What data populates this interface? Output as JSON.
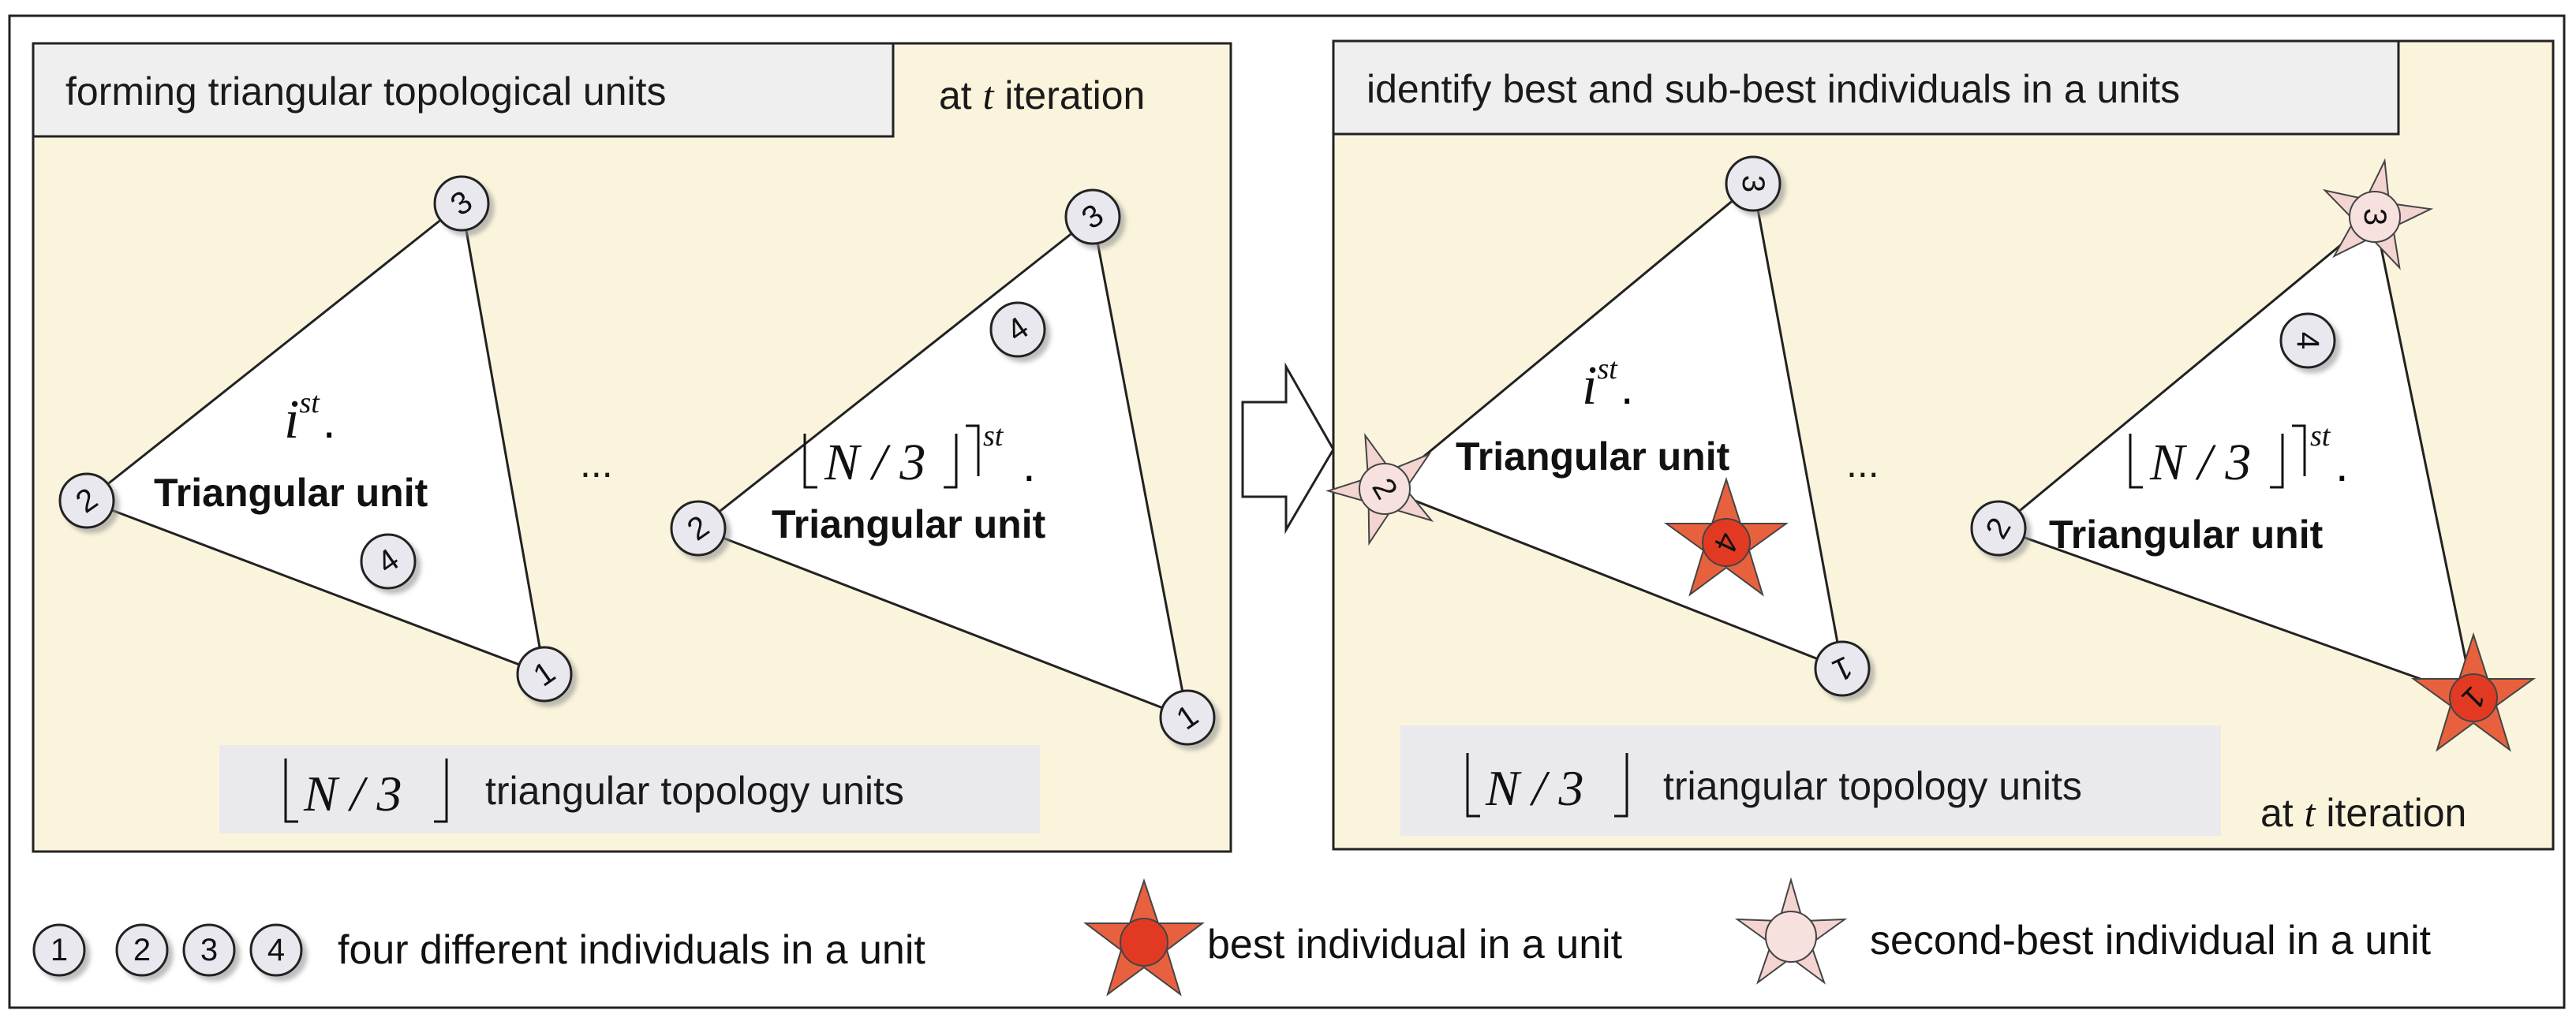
{
  "left_panel": {
    "header": "forming triangular topological units",
    "iteration_prefix": "at",
    "iteration_var": "t",
    "iteration_suffix": "iteration",
    "unit1": {
      "label_var": "i",
      "label_sup": "st",
      "label_dot": ".",
      "label": "Triangular unit"
    },
    "ellipsis": "...",
    "unit2": {
      "label_math": "N / 3",
      "label_sup": "st",
      "label_dot": ".",
      "label": "Triangular unit"
    },
    "footer_math": "N / 3",
    "footer_text": "triangular topology units"
  },
  "right_panel": {
    "header": "identify best and sub-best individuals in a units",
    "iteration_prefix": "at",
    "iteration_var": "t",
    "iteration_suffix": "iteration",
    "unit1": {
      "label_var": "i",
      "label_sup": "st",
      "label_dot": ".",
      "label": "Triangular unit"
    },
    "ellipsis": "...",
    "unit2": {
      "label_math": "N / 3",
      "label_sup": "st",
      "label_dot": ".",
      "label": "Triangular unit"
    },
    "footer_math": "N / 3",
    "footer_text": "triangular topology units"
  },
  "nodes": {
    "n1": "1",
    "n2": "2",
    "n3": "3",
    "n4": "4"
  },
  "legend": {
    "individuals": [
      "1",
      "2",
      "3",
      "4"
    ],
    "individuals_text": "four different individuals in a unit",
    "best_text": "best individual in a unit",
    "second_best_text": "second-best individual in a unit"
  },
  "colors": {
    "panel_bg": "#fbf4dc",
    "header_bg": "#efefef",
    "footer_bg": "#e9e9ee",
    "node_fill": "#e8e8ee",
    "best_star": "#e8613f",
    "best_circle": "#e23a22",
    "second_star": "#f3d4d1",
    "second_circle": "#f6e1df"
  }
}
